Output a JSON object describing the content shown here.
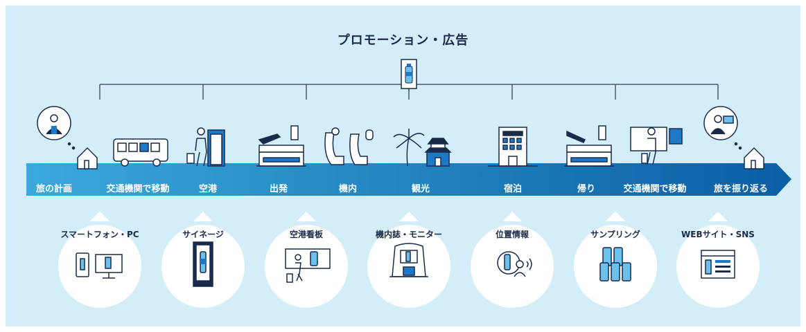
{
  "title": "プロモーション・広告",
  "colors": {
    "background": "#d3eef8",
    "arrow_start": "#3aa9dc",
    "arrow_end": "#0a5ea4",
    "ink": "#1a2a4a",
    "accent_blue": "#1e78c8"
  },
  "stages": [
    {
      "label": "旅の計画",
      "icon": "planning-person-house-icon"
    },
    {
      "label": "交通機関で移動",
      "icon": "bus-icon"
    },
    {
      "label": "空港",
      "icon": "airport-traveler-door-icon"
    },
    {
      "label": "出発",
      "icon": "departure-airport-icon"
    },
    {
      "label": "機内",
      "icon": "airplane-seat-icon"
    },
    {
      "label": "観光",
      "icon": "sightseeing-palm-castle-icon"
    },
    {
      "label": "宿泊",
      "icon": "hotel-icon"
    },
    {
      "label": "帰り",
      "icon": "arrival-airport-icon"
    },
    {
      "label": "交通機関で移動",
      "icon": "train-station-traveler-icon"
    },
    {
      "label": "旅を振り返る",
      "icon": "review-person-house-icon"
    }
  ],
  "channels": [
    {
      "label": "スマートフォン・PC",
      "icon": "smartphone-pc-icon"
    },
    {
      "label": "サイネージ",
      "icon": "signage-icon"
    },
    {
      "label": "空港看板",
      "icon": "airport-billboard-icon"
    },
    {
      "label": "機内誌・モニター",
      "icon": "inflight-monitor-icon"
    },
    {
      "label": "位置情報",
      "icon": "location-info-icon"
    },
    {
      "label": "サンプリング",
      "icon": "sampling-bottles-icon"
    },
    {
      "label": "WEBサイト・SNS",
      "icon": "website-sns-icon"
    }
  ]
}
